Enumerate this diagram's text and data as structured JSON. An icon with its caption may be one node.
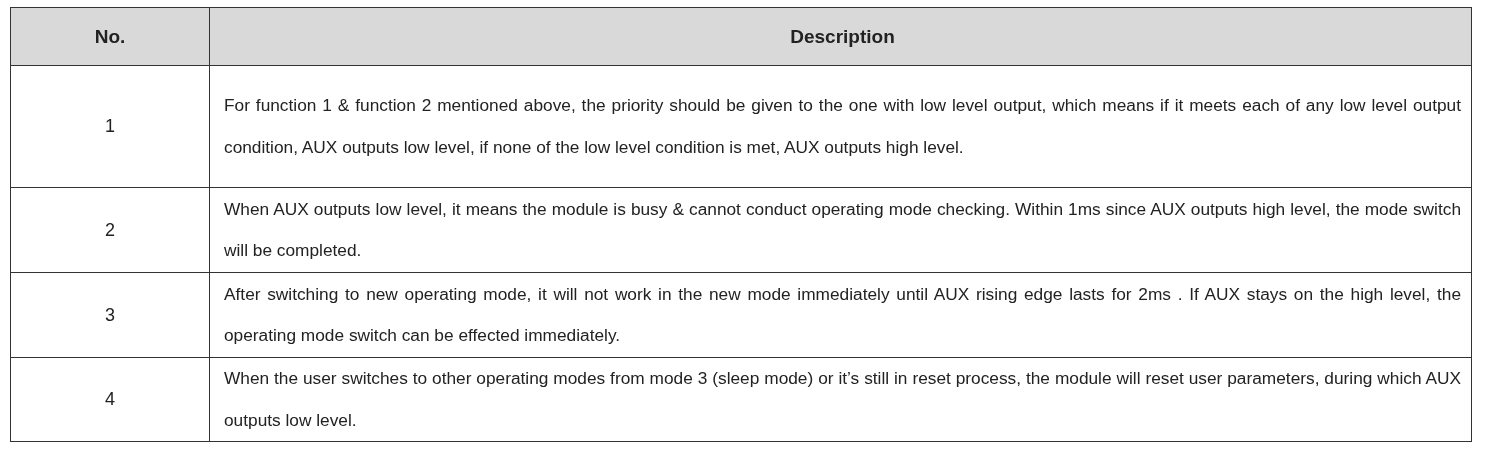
{
  "diagram": {
    "labels": [
      "No.",
      "Description",
      "1",
      "For function 1 & function 2 mentioned above, the priority should be given to the one with low level output, which means if it meets each of any low level output condition, AUX outputs low level, if none of the low level condition is met, AUX outputs high level.",
      "2",
      "When AUX outputs low level, it means the module is busy & cannot conduct operating mode checking. Within 1ms since AUX outputs high level, the mode switch will be completed.",
      "3",
      "After switching to new operating mode, it will not work in the new mode immediately until AUX rising edge lasts for 2ms . If AUX stays on the high level, the operating mode switch can be effected immediately.",
      "4",
      "When the user switches to other operating modes from mode 3 (sleep mode) or it’s still in reset process, the module will reset user parameters, during which AUX outputs low level."
    ]
  }
}
